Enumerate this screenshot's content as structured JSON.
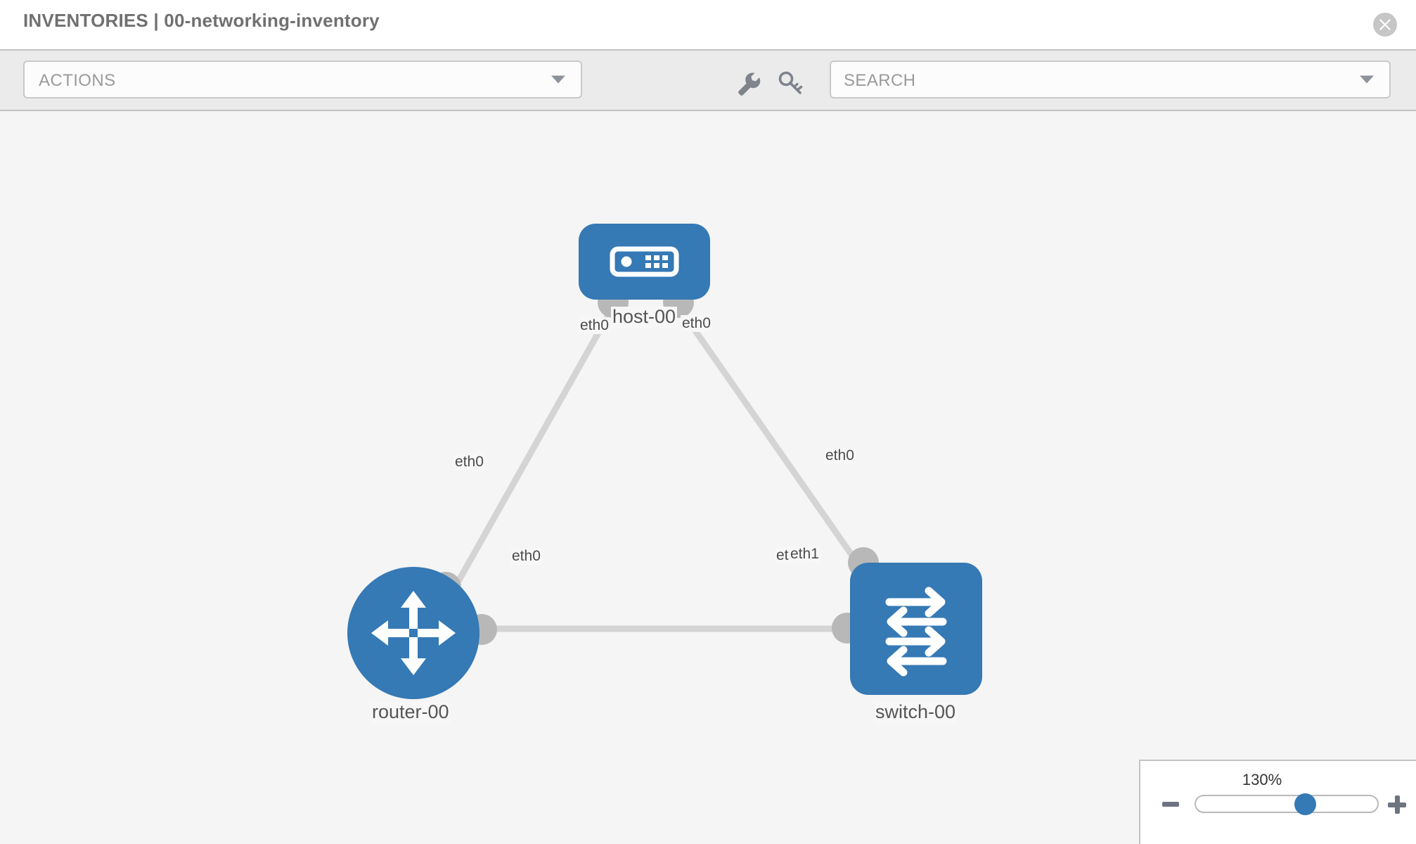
{
  "header": {
    "title": "INVENTORIES | 00-networking-inventory",
    "close_icon": "close-circle-icon"
  },
  "toolbar": {
    "actions_label": "ACTIONS",
    "actions_caret_icon": "chevron-down-icon",
    "wrench_icon": "wrench-icon",
    "key_icon": "key-icon",
    "search_placeholder": "SEARCH",
    "search_caret_icon": "chevron-down-icon"
  },
  "topology": {
    "nodes": [
      {
        "id": "host-00",
        "label": "host-00",
        "icon": "server-icon",
        "shape": "rounded-rect",
        "color": "#3579b5"
      },
      {
        "id": "router-00",
        "label": "router-00",
        "icon": "router-icon",
        "shape": "circle",
        "color": "#3579b5"
      },
      {
        "id": "switch-00",
        "label": "switch-00",
        "icon": "switch-icon",
        "shape": "rounded-square",
        "color": "#3579b5"
      }
    ],
    "links": [
      {
        "from": "host-00",
        "from_if": "eth0",
        "to": "router-00",
        "to_if": "eth0"
      },
      {
        "from": "host-00",
        "from_if": "eth0",
        "to": "switch-00",
        "to_if": "eth0"
      },
      {
        "from": "router-00",
        "from_if": "eth0",
        "to": "switch-00",
        "to_if": "eth1"
      }
    ],
    "interface_labels": {
      "host_left": "eth0",
      "host_right": "eth0",
      "router_up": "eth0",
      "switch_up": "eth0",
      "router_right": "eth0",
      "switch_left_under": "eth0",
      "switch_left_over": "eth1"
    },
    "edge_color": "#d4d4d4",
    "connector_color": "#b8b8b8"
  },
  "zoom_control": {
    "percent": "130%",
    "minus_label": "−",
    "plus_label": "+",
    "value": 130,
    "min": 10,
    "max": 200
  }
}
